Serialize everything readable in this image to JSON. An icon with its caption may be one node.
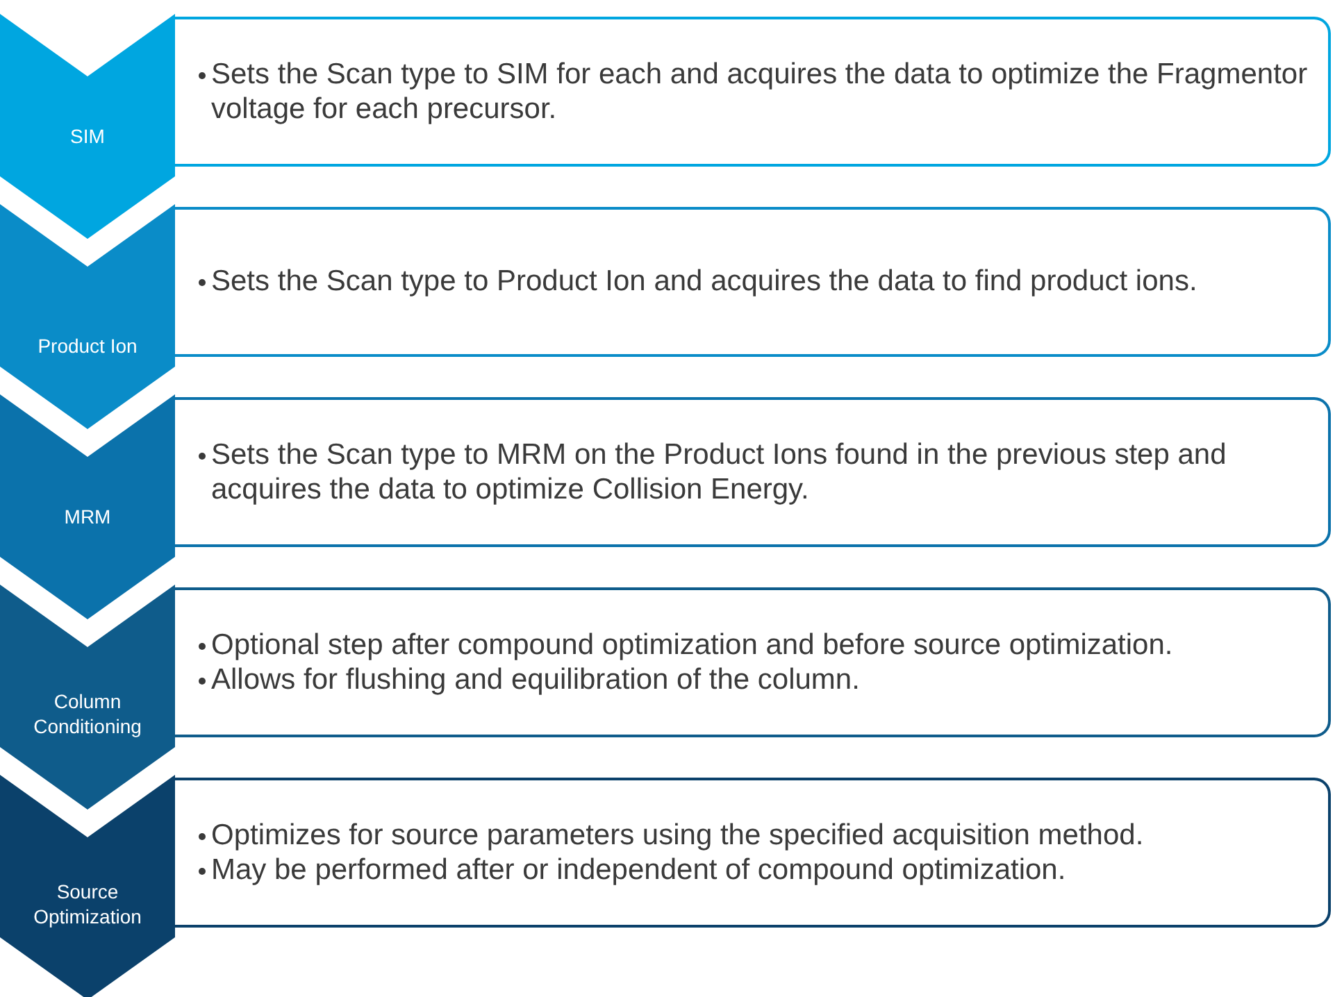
{
  "diagram": {
    "nodes": [
      {
        "text": [
          "SIM"
        ]
      },
      {
        "text": [
          "Sets the Scan type to SIM for each and acquires the data to optimize the Fragmentor voltage for each precursor."
        ]
      },
      {
        "text": [
          "Product Ion"
        ]
      },
      {
        "text": [
          "Sets the Scan type to Product Ion and acquires the data to find product ions."
        ]
      },
      {
        "text": [
          "MRM"
        ]
      },
      {
        "text": [
          "Sets the Scan type to MRM on the Product Ions found in the previous step and acquires the data to optimize Collision Energy."
        ]
      },
      {
        "text": [
          "Column Conditioning"
        ]
      },
      {
        "text": [
          "Optional step after compound optimization and before source optimization.",
          "Allows for flushing and equilibration of the column."
        ]
      },
      {
        "text": [
          "Source Optimization"
        ]
      },
      {
        "text": [
          "Optimizes for source parameters using the specified acquisition method.",
          "May be performed after or independent of compound optimization."
        ]
      }
    ]
  }
}
